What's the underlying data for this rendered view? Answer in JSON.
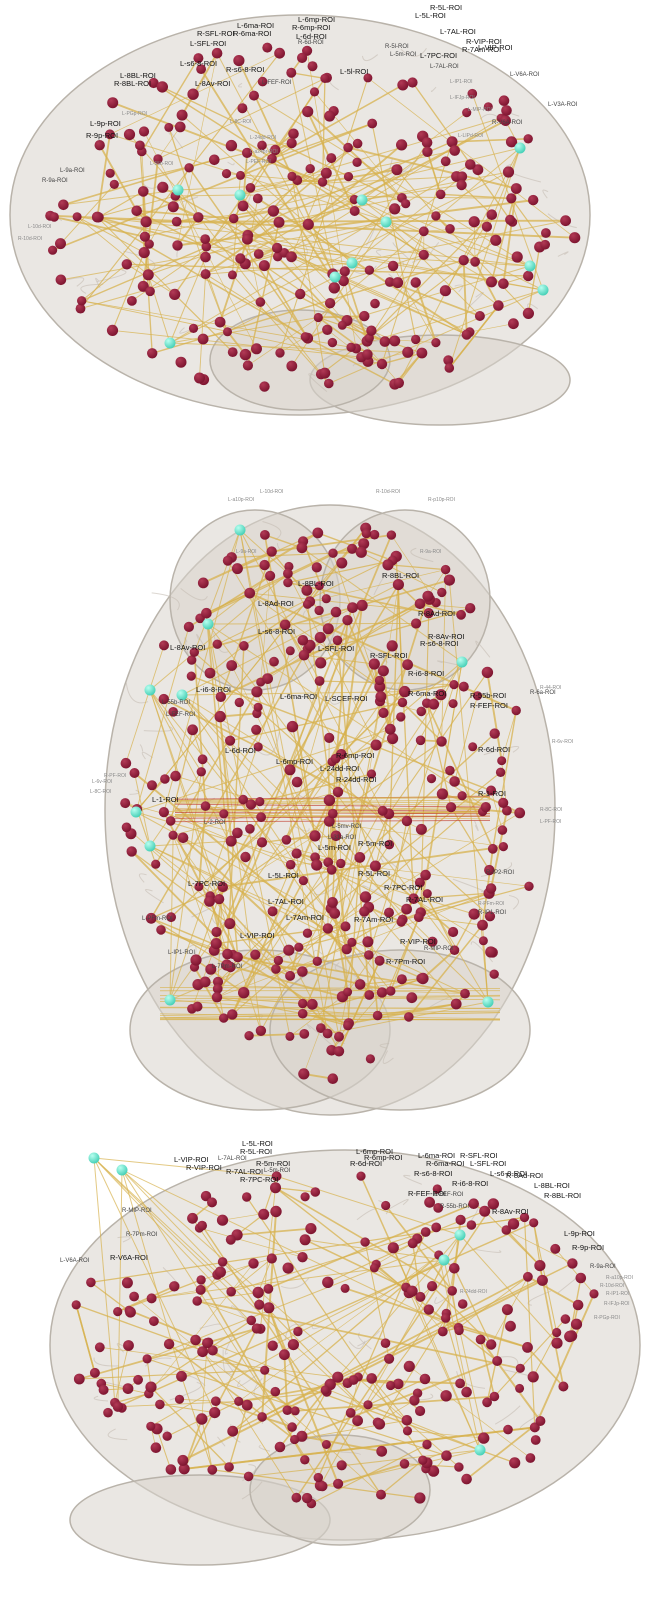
{
  "colors": {
    "brain": "#d9d4cc",
    "brain_edge": "#b9b3aa",
    "edge_gold": "#d7b24e",
    "edge_red": "#c0392b",
    "node": "#7e1530",
    "node_highlight": "#b23a56",
    "hub": "#48d1b8"
  },
  "panels": [
    {
      "id": "lateral-left",
      "labels": [
        {
          "text": "R-5L-ROI",
          "cls": "strong"
        },
        {
          "text": "L-5L-ROI",
          "cls": "strong"
        },
        {
          "text": "L-6mp-ROI",
          "cls": "strong"
        },
        {
          "text": "R-6mp-ROI",
          "cls": "strong"
        },
        {
          "text": "L-6ma-ROI",
          "cls": "strong"
        },
        {
          "text": "R-6ma-ROI",
          "cls": "strong"
        },
        {
          "text": "R-SFL-ROI",
          "cls": "strong"
        },
        {
          "text": "L-SFL-ROI",
          "cls": "strong"
        },
        {
          "text": "L-6d-ROI",
          "cls": "strong"
        },
        {
          "text": "R-6d-ROI",
          "cls": "mid"
        },
        {
          "text": "L-7AL-ROI",
          "cls": "strong"
        },
        {
          "text": "R-VIP-ROI",
          "cls": "strong"
        },
        {
          "text": "R-7Am-ROI",
          "cls": "strong"
        },
        {
          "text": "L-VIP-ROI",
          "cls": "strong"
        },
        {
          "text": "L-7PC-ROI",
          "cls": "strong"
        },
        {
          "text": "L-8BL-ROI",
          "cls": "strong"
        },
        {
          "text": "R-8BL-ROI",
          "cls": "strong"
        },
        {
          "text": "L-s6-8-ROI",
          "cls": "strong"
        },
        {
          "text": "R-s6-8-ROI",
          "cls": "strong"
        },
        {
          "text": "L-8Av-ROI",
          "cls": "strong"
        },
        {
          "text": "L-5m-ROI",
          "cls": "mid"
        },
        {
          "text": "L-FEF-ROI",
          "cls": "mid"
        },
        {
          "text": "L-5l-ROI",
          "cls": "strong"
        },
        {
          "text": "R-5l-ROI",
          "cls": "mid"
        },
        {
          "text": "L-7AL-ROI",
          "cls": "mid"
        },
        {
          "text": "L-9p-ROI",
          "cls": "strong"
        },
        {
          "text": "R-9p-ROI",
          "cls": "strong"
        },
        {
          "text": "L-9a-ROI",
          "cls": "mid"
        },
        {
          "text": "R-9a-ROI",
          "cls": "mid"
        },
        {
          "text": "L-10d-ROI",
          "cls": "faint"
        },
        {
          "text": "R-10d-ROI",
          "cls": "faint"
        },
        {
          "text": "L-V3A-ROI",
          "cls": "mid"
        },
        {
          "text": "L-V6A-ROI",
          "cls": "mid"
        },
        {
          "text": "R-V6A-ROI",
          "cls": "mid"
        },
        {
          "text": "L-IP1-ROI",
          "cls": "faint"
        },
        {
          "text": "L-PGp-ROI",
          "cls": "faint"
        },
        {
          "text": "L-55b-ROI",
          "cls": "faint"
        },
        {
          "text": "L-PEF-ROI",
          "cls": "faint"
        },
        {
          "text": "L-8C-ROI",
          "cls": "faint"
        },
        {
          "text": "L-IFJp-ROI",
          "cls": "faint"
        },
        {
          "text": "L-MIP-ROI",
          "cls": "faint"
        },
        {
          "text": "L-LIPd-ROI",
          "cls": "faint"
        },
        {
          "text": "L-24dd-ROI",
          "cls": "faint"
        },
        {
          "text": "L-a24pr-ROI",
          "cls": "faint"
        }
      ]
    },
    {
      "id": "axial-top",
      "labels": [
        {
          "text": "L-10d-ROI",
          "cls": "faint"
        },
        {
          "text": "R-10d-ROI",
          "cls": "faint"
        },
        {
          "text": "L-a10p-ROI",
          "cls": "faint"
        },
        {
          "text": "R-p10p-ROI",
          "cls": "faint"
        },
        {
          "text": "L-9a-ROI",
          "cls": "faint"
        },
        {
          "text": "R-9a-ROI",
          "cls": "faint"
        },
        {
          "text": "L-8BL-ROI",
          "cls": "strong"
        },
        {
          "text": "R-8BL-ROI",
          "cls": "strong"
        },
        {
          "text": "L-8Ad-ROI",
          "cls": "strong"
        },
        {
          "text": "R-8Ad-ROI",
          "cls": "strong"
        },
        {
          "text": "L-s6-8-ROI",
          "cls": "strong"
        },
        {
          "text": "R-s6-8-ROI",
          "cls": "strong"
        },
        {
          "text": "R-8Av-ROI",
          "cls": "strong"
        },
        {
          "text": "L-8Av-ROI",
          "cls": "strong"
        },
        {
          "text": "L-SFL-ROI",
          "cls": "strong"
        },
        {
          "text": "R-SFL-ROI",
          "cls": "strong"
        },
        {
          "text": "R-i6-8-ROI",
          "cls": "strong"
        },
        {
          "text": "L-i6-8-ROI",
          "cls": "strong"
        },
        {
          "text": "L-6ma-ROI",
          "cls": "strong"
        },
        {
          "text": "R-6ma-ROI",
          "cls": "strong"
        },
        {
          "text": "L-SCEF-ROI",
          "cls": "strong"
        },
        {
          "text": "R-FEF-ROI",
          "cls": "strong"
        },
        {
          "text": "L-FEF-ROI",
          "cls": "mid"
        },
        {
          "text": "R-55b-ROI",
          "cls": "strong"
        },
        {
          "text": "L-55b-ROI",
          "cls": "mid"
        },
        {
          "text": "R-6a-ROI",
          "cls": "mid"
        },
        {
          "text": "L-6d-ROI",
          "cls": "strong"
        },
        {
          "text": "R-6d-ROI",
          "cls": "strong"
        },
        {
          "text": "L-6mp-ROI",
          "cls": "strong"
        },
        {
          "text": "R-6mp-ROI",
          "cls": "strong"
        },
        {
          "text": "L-24dd-ROI",
          "cls": "strong"
        },
        {
          "text": "R-24dd-ROI",
          "cls": "strong"
        },
        {
          "text": "L-1-ROI",
          "cls": "strong"
        },
        {
          "text": "R-1-ROI",
          "cls": "strong"
        },
        {
          "text": "L-2-ROI",
          "cls": "mid"
        },
        {
          "text": "L-5mv-ROI",
          "cls": "mid"
        },
        {
          "text": "L-5m-ROI",
          "cls": "strong"
        },
        {
          "text": "R-5m-ROI",
          "cls": "strong"
        },
        {
          "text": "L-31a-ROI",
          "cls": "mid"
        },
        {
          "text": "L-5L-ROI",
          "cls": "strong"
        },
        {
          "text": "R-5L-ROI",
          "cls": "strong"
        },
        {
          "text": "L-7PC-ROI",
          "cls": "strong"
        },
        {
          "text": "R-7PC-ROI",
          "cls": "strong"
        },
        {
          "text": "R-IP2-ROI",
          "cls": "mid"
        },
        {
          "text": "L-7AL-ROI",
          "cls": "strong"
        },
        {
          "text": "R-7AL-ROI",
          "cls": "strong"
        },
        {
          "text": "L-7Am-ROI",
          "cls": "strong"
        },
        {
          "text": "R-7Am-ROI",
          "cls": "strong"
        },
        {
          "text": "L-VIP-ROI",
          "cls": "strong"
        },
        {
          "text": "R-VIP-ROI",
          "cls": "strong"
        },
        {
          "text": "R-7Pm-ROI",
          "cls": "strong"
        },
        {
          "text": "L-7Pm-ROI",
          "cls": "mid"
        },
        {
          "text": "R-MIP-ROI",
          "cls": "mid"
        },
        {
          "text": "L-PFm-ROI",
          "cls": "mid"
        },
        {
          "text": "R-PFm-ROI",
          "cls": "faint"
        },
        {
          "text": "L-IP1-ROI",
          "cls": "mid"
        },
        {
          "text": "R-IP1-ROI",
          "cls": "mid"
        },
        {
          "text": "R-8C-ROI",
          "cls": "faint"
        },
        {
          "text": "L-8C-ROI",
          "cls": "faint"
        },
        {
          "text": "R-44-ROI",
          "cls": "faint"
        },
        {
          "text": "R-6v-ROI",
          "cls": "faint"
        },
        {
          "text": "L-6v-ROI",
          "cls": "faint"
        },
        {
          "text": "L-PF-ROI",
          "cls": "faint"
        },
        {
          "text": "R-PF-ROI",
          "cls": "faint"
        }
      ]
    },
    {
      "id": "lateral-right",
      "labels": [
        {
          "text": "L-5L-ROI",
          "cls": "strong"
        },
        {
          "text": "R-5L-ROI",
          "cls": "strong"
        },
        {
          "text": "L-7AL-ROI",
          "cls": "mid"
        },
        {
          "text": "R-7AL-ROI",
          "cls": "strong"
        },
        {
          "text": "L-VIP-ROI",
          "cls": "strong"
        },
        {
          "text": "R-VIP-ROI",
          "cls": "strong"
        },
        {
          "text": "R-7PC-ROI",
          "cls": "strong"
        },
        {
          "text": "R-5m-ROI",
          "cls": "strong"
        },
        {
          "text": "L-5m-ROI",
          "cls": "mid"
        },
        {
          "text": "L-6mp-ROI",
          "cls": "strong"
        },
        {
          "text": "R-6mp-ROI",
          "cls": "strong"
        },
        {
          "text": "L-6ma-ROI",
          "cls": "strong"
        },
        {
          "text": "R-6ma-ROI",
          "cls": "strong"
        },
        {
          "text": "R-SFL-ROI",
          "cls": "strong"
        },
        {
          "text": "L-SFL-ROI",
          "cls": "strong"
        },
        {
          "text": "R-6d-ROI",
          "cls": "strong"
        },
        {
          "text": "R-s6-8-ROI",
          "cls": "strong"
        },
        {
          "text": "L-s6-8-ROI",
          "cls": "strong"
        },
        {
          "text": "R-i6-8-ROI",
          "cls": "strong"
        },
        {
          "text": "R-8Ad-ROI",
          "cls": "strong"
        },
        {
          "text": "R-8Av-ROI",
          "cls": "strong"
        },
        {
          "text": "L-8BL-ROI",
          "cls": "strong"
        },
        {
          "text": "R-8BL-ROI",
          "cls": "strong"
        },
        {
          "text": "R-FEF-ROI",
          "cls": "strong"
        },
        {
          "text": "L-FEF-ROI",
          "cls": "mid"
        },
        {
          "text": "R-55b-ROI",
          "cls": "mid"
        },
        {
          "text": "R-9p-ROI",
          "cls": "strong"
        },
        {
          "text": "L-9p-ROI",
          "cls": "strong"
        },
        {
          "text": "R-9a-ROI",
          "cls": "mid"
        },
        {
          "text": "R-V6A-ROI",
          "cls": "strong"
        },
        {
          "text": "L-V6A-ROI",
          "cls": "mid"
        },
        {
          "text": "R-MIP-ROI",
          "cls": "mid"
        },
        {
          "text": "R-7Pm-ROI",
          "cls": "mid"
        },
        {
          "text": "R-10d-ROI",
          "cls": "faint"
        },
        {
          "text": "R-a10p-ROI",
          "cls": "faint"
        },
        {
          "text": "R-IP1-ROI",
          "cls": "faint"
        },
        {
          "text": "R-PGp-ROI",
          "cls": "faint"
        },
        {
          "text": "R-IFJp-ROI",
          "cls": "faint"
        },
        {
          "text": "R-24dd-ROI",
          "cls": "faint"
        }
      ]
    }
  ]
}
